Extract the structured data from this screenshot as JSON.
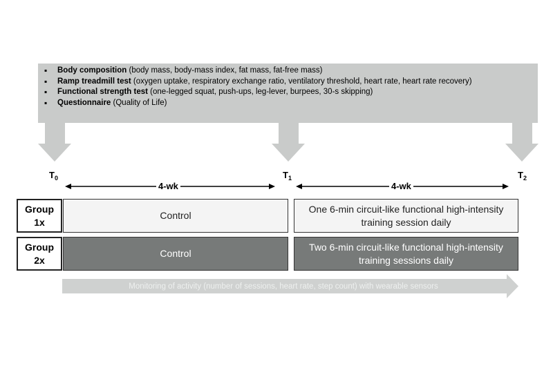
{
  "measurements": [
    {
      "title": "Body composition",
      "detail": " (body mass, body-mass index, fat mass, fat-free mass)"
    },
    {
      "title": "Ramp treadmill test",
      "detail": " (oxygen uptake, respiratory exchange ratio, ventilatory threshold, heart rate, heart rate recovery)"
    },
    {
      "title": "Functional strength test",
      "detail": " (one-legged squat, push-ups, leg-lever, burpees, 30-s skipping)"
    },
    {
      "title": "Questionnaire",
      "detail": " (Quality of Life)"
    }
  ],
  "timepoints": [
    {
      "letter": "T",
      "sub": "0"
    },
    {
      "letter": "T",
      "sub": "1"
    },
    {
      "letter": "T",
      "sub": "2"
    }
  ],
  "periods": [
    "4-wk",
    "4-wk"
  ],
  "groups": [
    {
      "label_line1": "Group",
      "label_line2": "1x",
      "phase1": "Control",
      "phase2": "One 6-min circuit-like functional high-intensity training session daily"
    },
    {
      "label_line1": "Group",
      "label_line2": "2x",
      "phase1": "Control",
      "phase2": "Two 6-min circuit-like functional high-intensity training sessions daily"
    }
  ],
  "monitoring": "Monitoring of activity (number of sessions, heart rate, step count) with wearable sensors",
  "colors": {
    "panel": "#c9cbca",
    "dark_box": "#777a79",
    "light_box": "#f4f4f4",
    "monitor_arrow": "#cfd1d0"
  }
}
